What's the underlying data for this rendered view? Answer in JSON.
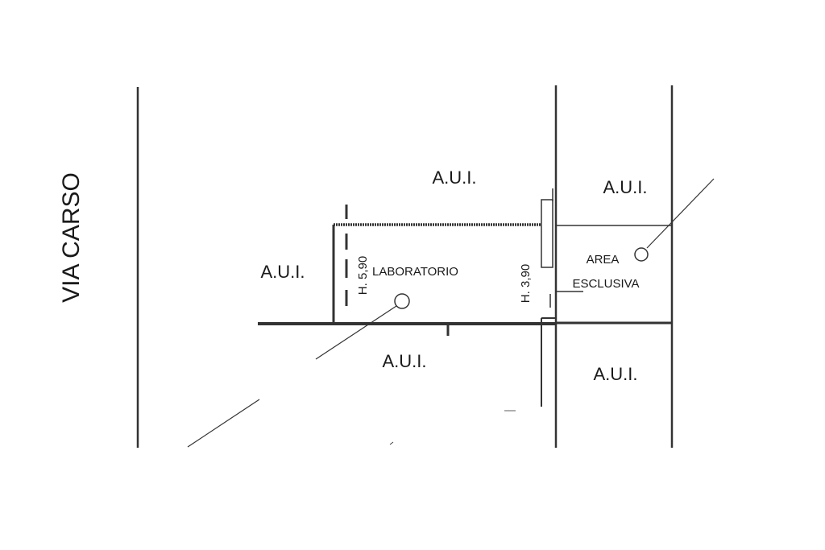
{
  "plan": {
    "street_label": "VIA CARSO",
    "room_label": "LABORATORIO",
    "room_height": "H. 5,90",
    "area_exclusive": [
      "AREA",
      "ESCLUSIVA"
    ],
    "area_height": "H. 3,90",
    "common_area_label": "A.U.I.",
    "common_area_top": "A.U.I.",
    "common_area_left": "A.U.I.",
    "common_area_bottom": "A.U.I.",
    "common_area_right_top": "A.U.I.",
    "common_area_right_bottom": "A.U.I.",
    "line_color": "#333333"
  }
}
